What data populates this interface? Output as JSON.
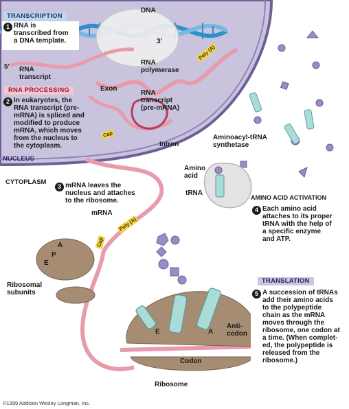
{
  "sections": {
    "transcription": "TRANSCRIPTION",
    "rna_processing": "RNA PROCESSING",
    "nucleus": "NUCLEUS",
    "cytoplasm": "CYTOPLASM",
    "amino_acid_activation": "AMINO ACID ACTIVATION",
    "translation": "TRANSLATION"
  },
  "steps": [
    {
      "num": "1",
      "text": "RNA is\ntranscribed from\na DNA template."
    },
    {
      "num": "2",
      "text": "In eukaryotes, the\nRNA transcript (pre-\nmRNA) is spliced and\nmodified to produce\nmRNA, which moves\nfrom the nucleus to\nthe cytoplasm."
    },
    {
      "num": "3",
      "text": "mRNA leaves the\nnucleus and attaches\nto the ribosome."
    },
    {
      "num": "4",
      "text": "Each amino acid\nattaches to its proper\ntRNA with the help of\na specific enzyme\nand ATP."
    },
    {
      "num": "5",
      "text": "A succession of tRNAs\nadd their amino acids\nto the polypeptide\nchain as the mRNA\nmoves through the\nribosome, one codon at\na time. (When complet-\ned, the polypeptide is\nreleased from the\nribosome.)"
    }
  ],
  "labels": {
    "dna": "DNA",
    "three_prime": "3'",
    "five_prime": "5'",
    "rna_transcript": "RNA\ntranscript",
    "rna_polymerase": "RNA\npolymerase",
    "exon": "Exon",
    "pre_mrna": "RNA\ntranscript\n(pre-mRNA)",
    "intron": "Intron",
    "aminoacyl_trna_synthetase": "Aminoacyl-tRNA\nsynthetase",
    "amino_acid": "Amino\nacid",
    "trna": "tRNA",
    "mrna": "mRNA",
    "ribosomal_subunits": "Ribosomal\nsubunits",
    "anticodon": "Anti-\ncodon",
    "codon": "Codon",
    "ribosome": "Ribosome",
    "site_e": "E",
    "site_p": "P",
    "site_a": "A",
    "site_e2": "E",
    "site_a2": "A"
  },
  "tags": {
    "poly_a_top": "Poly (A)",
    "cap_nucleus": "Cap",
    "poly_a_cyto": "Poly (A)",
    "cap_cyto": "Cap"
  },
  "copyright": "©1999 Addison Wesley Longman, Inc.",
  "colors": {
    "nucleus": "#c9c3de",
    "nucleus_border": "#6e5f98",
    "mrna": "#e79bab",
    "dna": "#2f8fcb",
    "ribosome": "#a58c73",
    "trna": "#a9dcd9",
    "amino_acid": "#9a8cc4",
    "tag": "#f0d64a"
  }
}
